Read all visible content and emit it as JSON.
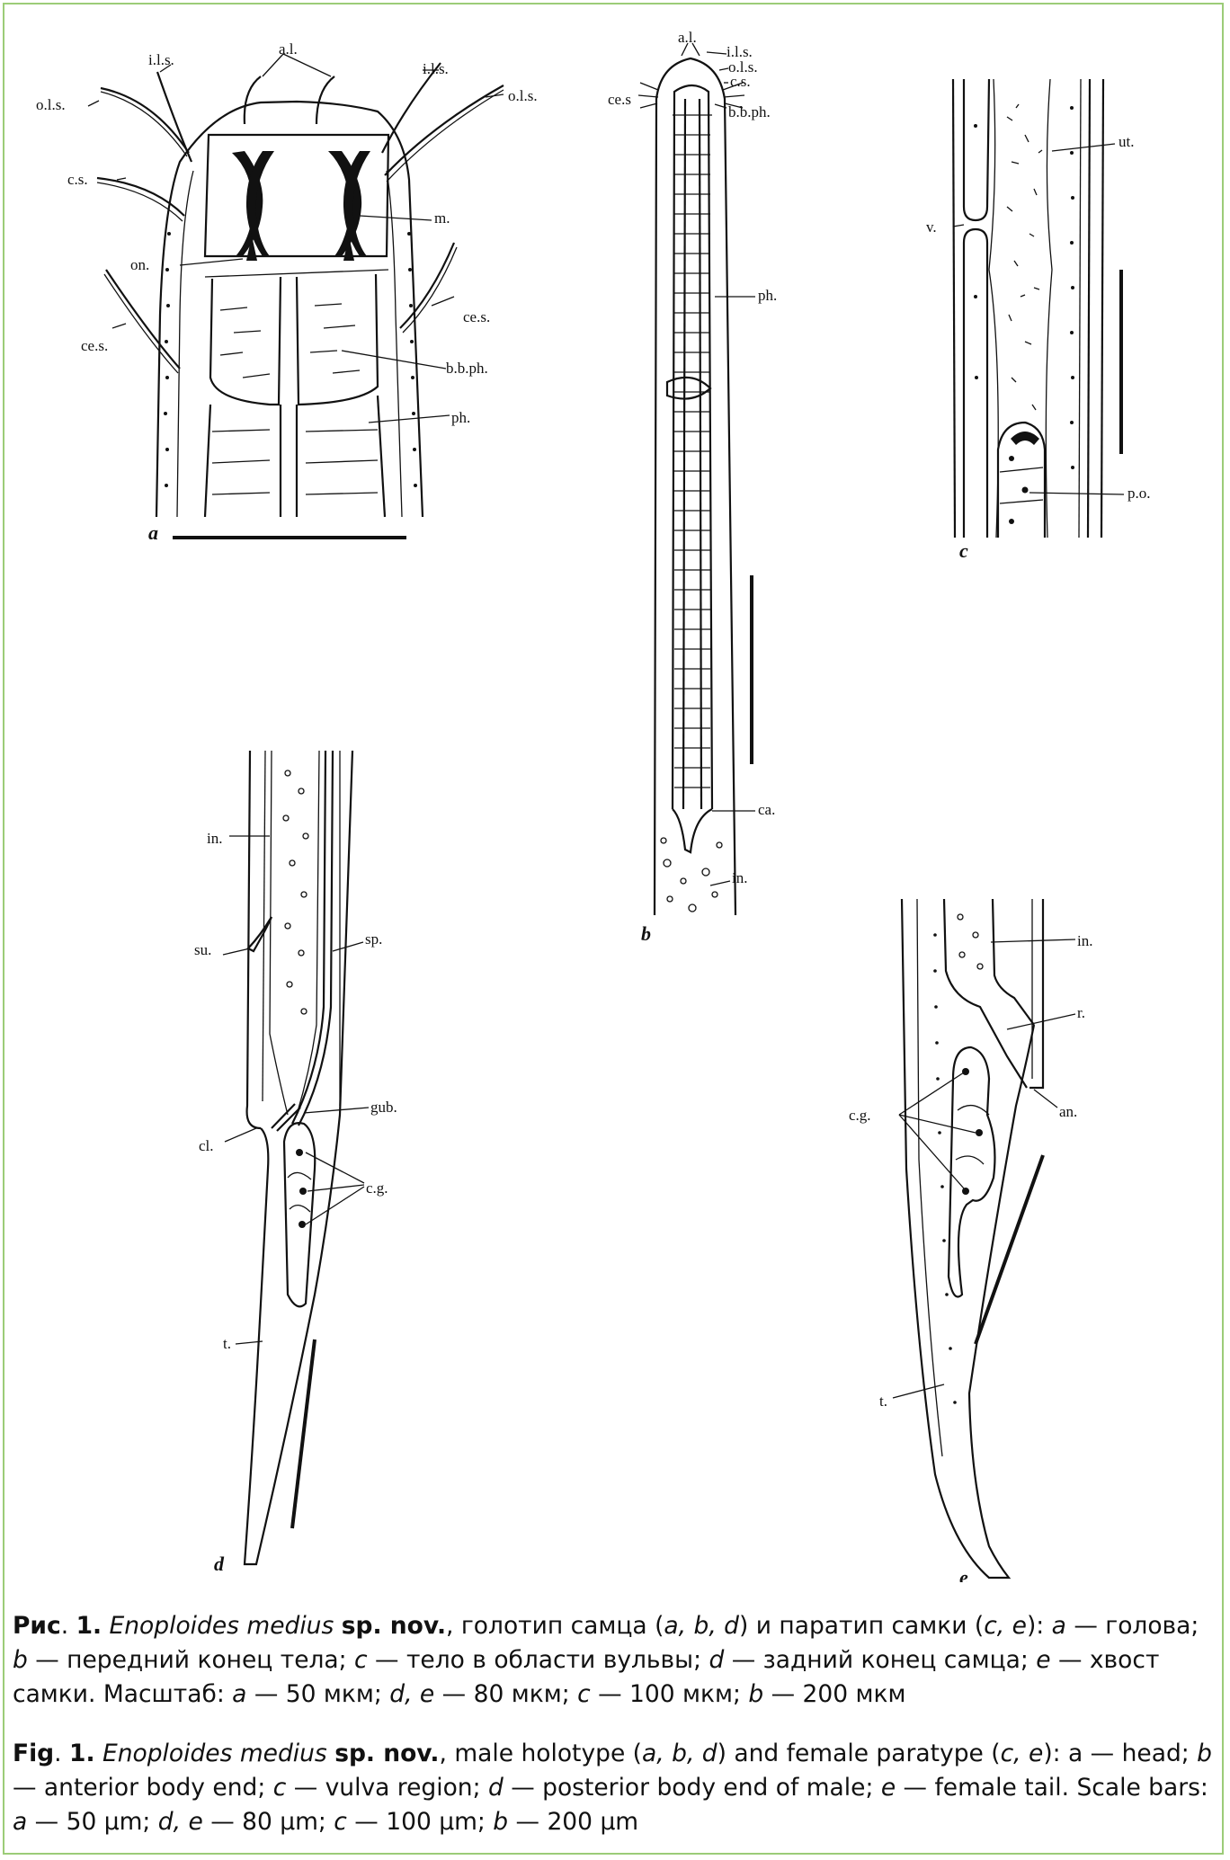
{
  "labels": {
    "a": {
      "al": "a.l.",
      "ils_l": "i.l.s.",
      "ils_r": "i.l.s.",
      "ols_l": "o.l.s.",
      "ols_r": "o.l.s.",
      "cs": "c.s.",
      "m": "m.",
      "on": "on.",
      "ces_l": "ce.s.",
      "ces_r": "ce.s.",
      "bbph": "b.b.ph.",
      "ph": "ph.",
      "letter": "a"
    },
    "b": {
      "al": "a.l.",
      "ils": "i.l.s.",
      "ols": "o.l.s.",
      "cs": "c.s.",
      "ces": "ce.s",
      "bbph": "b.b.ph.",
      "ph": "ph.",
      "ca": "ca.",
      "in": "in.",
      "letter": "b"
    },
    "c": {
      "ut": "ut.",
      "v": "v.",
      "po": "p.o.",
      "letter": "c"
    },
    "d": {
      "in": "in.",
      "su": "su.",
      "sp": "sp.",
      "gub": "gub.",
      "cl": "cl.",
      "cg": "c.g.",
      "t": "t.",
      "letter": "d"
    },
    "e": {
      "in": "in.",
      "r": "r.",
      "an": "an.",
      "cg": "c.g.",
      "t": "t.",
      "letter": "e"
    }
  },
  "caption": {
    "ru": {
      "fig": "Рис",
      "num": "1.",
      "species": "Enoploides medius",
      "spnov": "sp. nov.",
      "t1": ", голотип самца (",
      "p1": "a, b, d",
      "t2": ") и паратип самки (",
      "p2": "c, e",
      "t3": "): ",
      "a": "a",
      "t4": " — голова; ",
      "b": "b",
      "t5": " — передний конец тела; ",
      "c": "c",
      "t6": " — тело в области вульвы; ",
      "d": "d",
      "t7": " — задний конец самца; ",
      "e": "e",
      "t8": " — хвост самки.  Масштаб: ",
      "sa": "a",
      "t9": " — 50 мкм; ",
      "sde": "d, e",
      "t10": " — 80 мкм; ",
      "sc": "c",
      "t11": " — 100 мкм; ",
      "sb": "b",
      "t12": " — 200 мкм"
    },
    "en": {
      "fig": "Fig",
      "num": "1.",
      "species": "Enoploides medius",
      "spnov": "sp. nov.",
      "t1": ", male holotype (",
      "p1": "a, b, d",
      "t2": ") and female paratype (",
      "p2": "c, e",
      "t3": "): a — head; ",
      "b": "b",
      "t4": " — anterior body end; ",
      "c": "c",
      "t5": " — vulva region; ",
      "d": "d",
      "t6": " — posterior body end of male; ",
      "e": "e",
      "t7": " — female tail. Scale bars: ",
      "sa": "a",
      "t8": " — 50 µm; ",
      "sde": "d, e",
      "t9": " — 80 µm; ",
      "sc": "c",
      "t10": " — 100 µm; ",
      "sb": "b",
      "t11": " — 200 µm"
    }
  }
}
